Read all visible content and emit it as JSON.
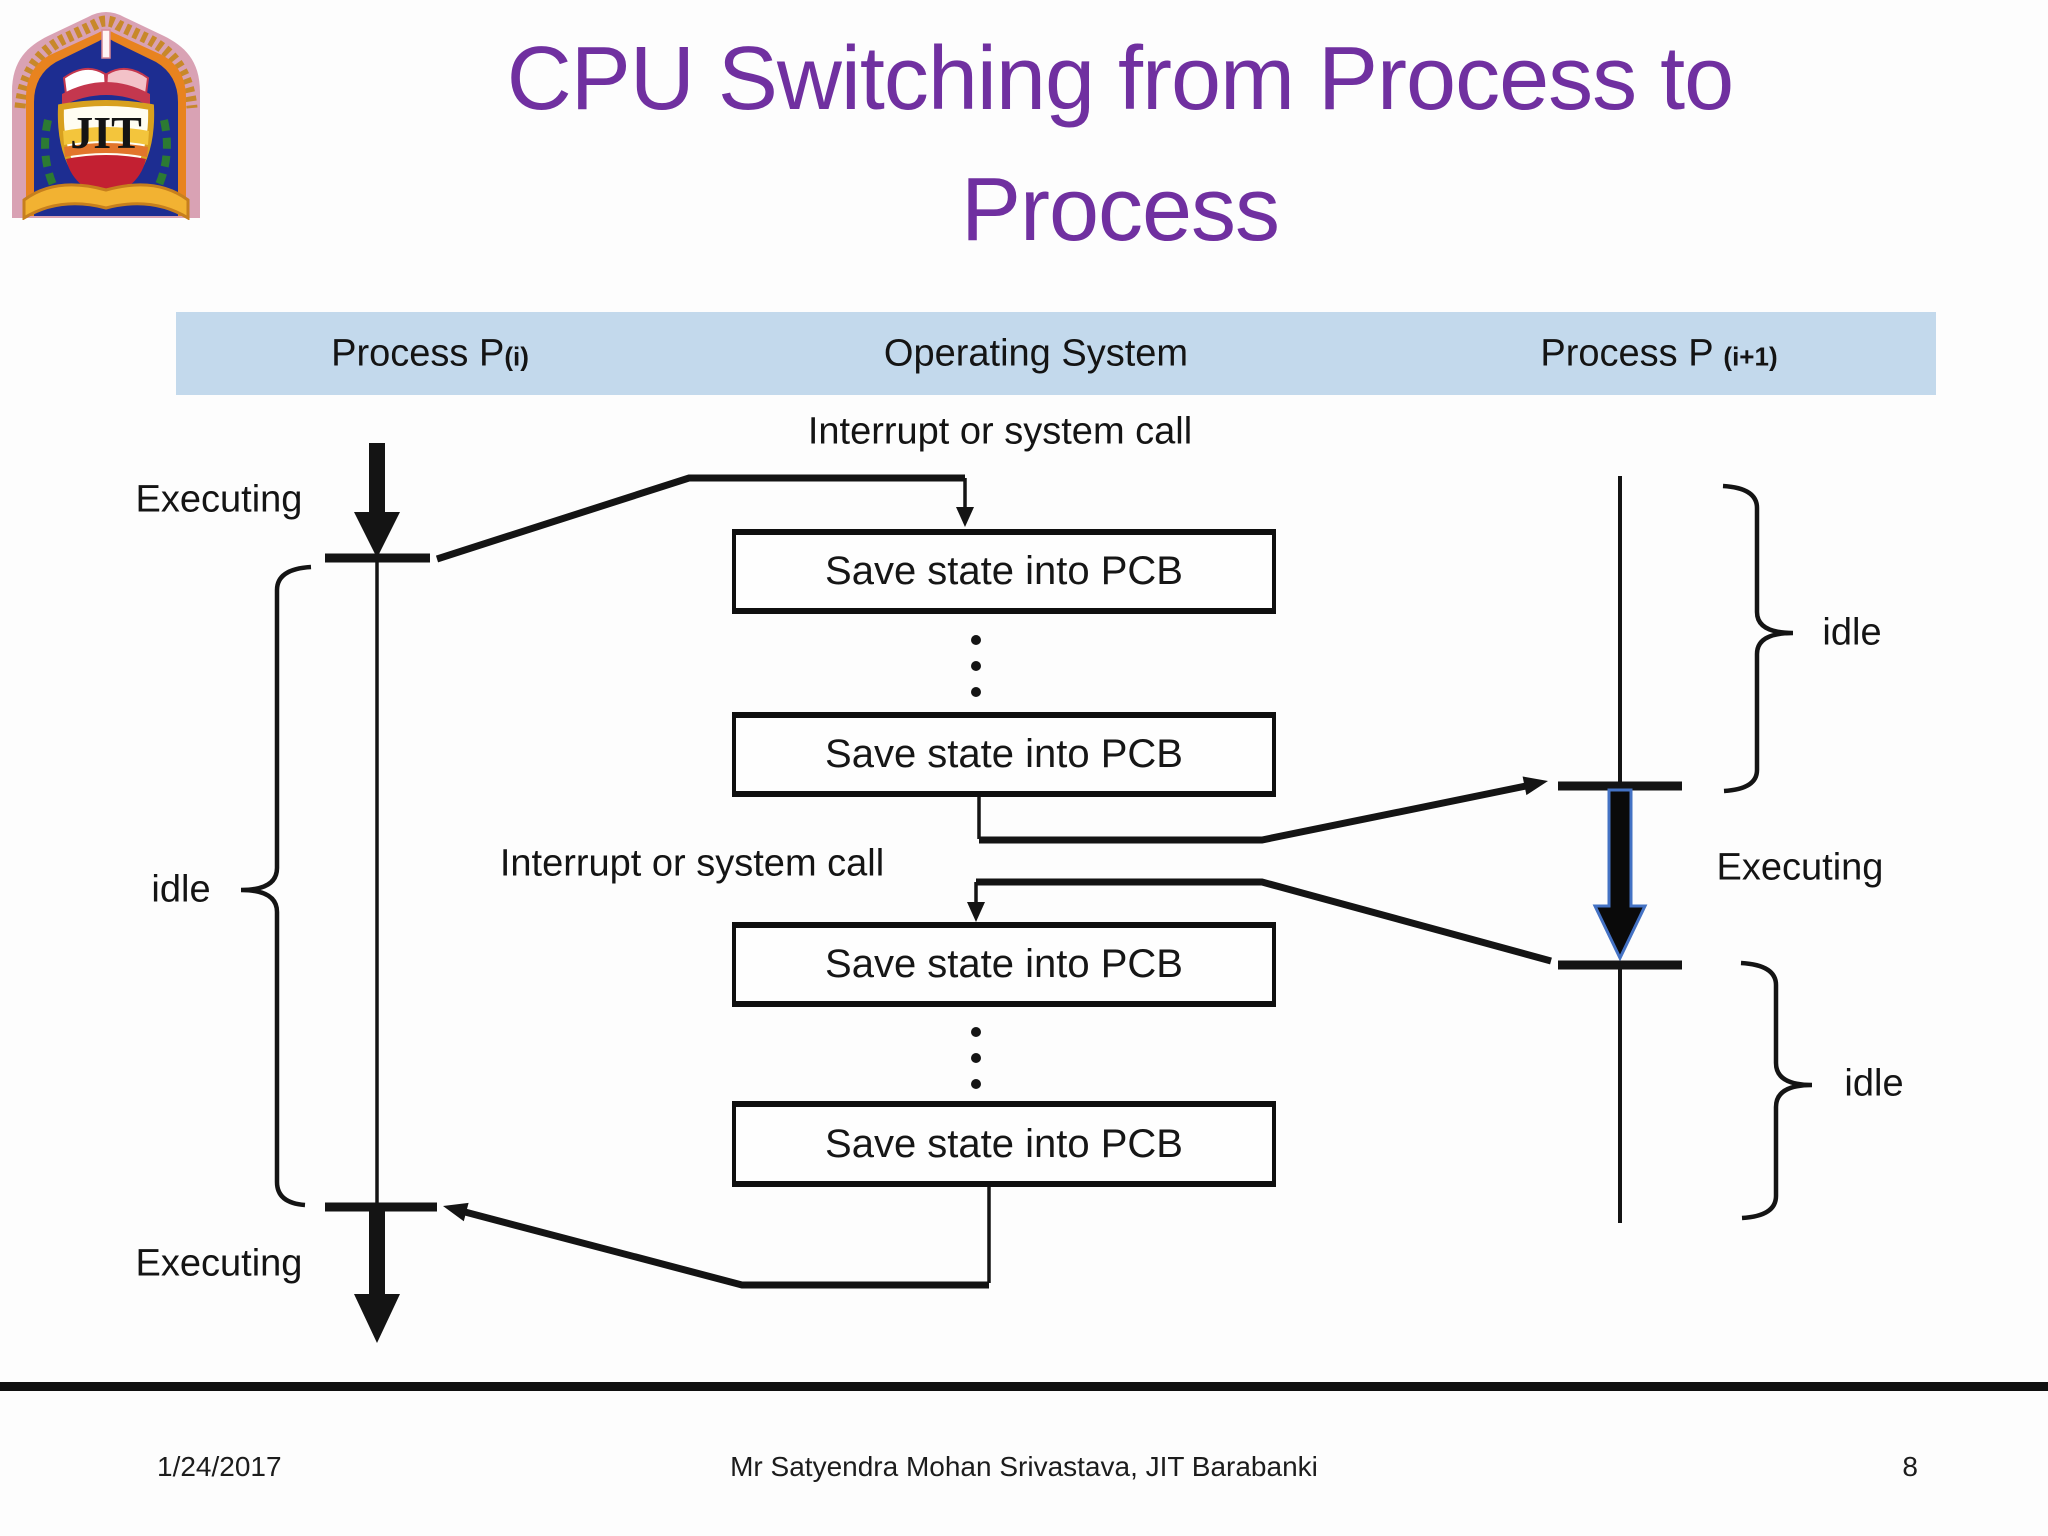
{
  "slide": {
    "title": {
      "line1": "CPU Switching from Process to",
      "line2": "Process",
      "color": "#7030a0"
    },
    "logo": {
      "monogram": "JIT"
    },
    "header": {
      "bg_color": "#c3d9ec",
      "columns": [
        {
          "label": "Process P",
          "sub": "(i)"
        },
        {
          "label": "Operating System",
          "sub": ""
        },
        {
          "label": "Process P ",
          "sub": "(i+1)"
        }
      ]
    },
    "diagram": {
      "interrupt_top": "Interrupt or system call",
      "interrupt_mid": "Interrupt or system call",
      "boxes": [
        "Save state into PCB",
        "Save state into PCB",
        "Save state into PCB",
        "Save state into PCB"
      ],
      "labels": {
        "executing_left_top": "Executing",
        "idle_left": "idle",
        "executing_left_bottom": "Executing",
        "idle_right_top": "idle",
        "executing_right": "Executing",
        "idle_right_bottom": "idle"
      },
      "line_color": "#141414",
      "arrow_accent_color": "#4472c4"
    },
    "footer": {
      "date": "1/24/2017",
      "credit": "Mr Satyendra Mohan Srivastava, JIT Barabanki",
      "page": "8"
    }
  }
}
